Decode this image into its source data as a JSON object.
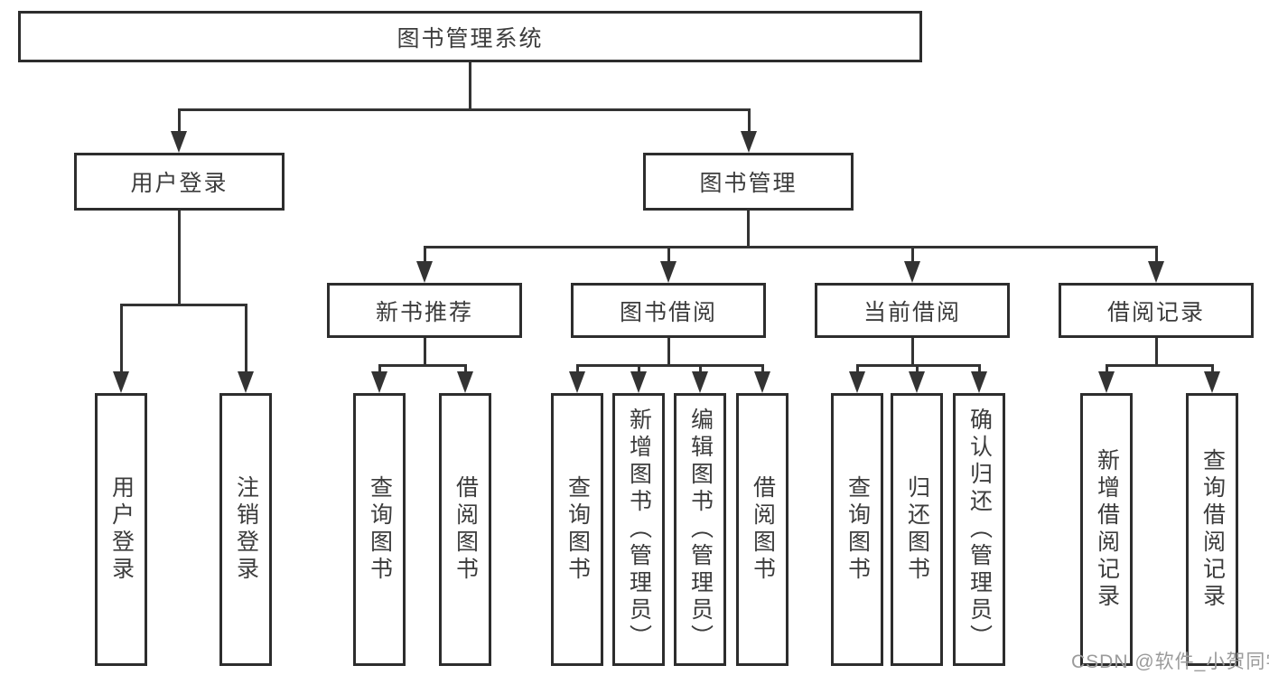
{
  "tree": {
    "label": "图书管理系统",
    "children": [
      {
        "label": "用户登录",
        "children": [
          {
            "label": "用户登录"
          },
          {
            "label": "注销登录"
          }
        ]
      },
      {
        "label": "图书管理",
        "children": [
          {
            "label": "新书推荐",
            "children": [
              {
                "label": "查询图书"
              },
              {
                "label": "借阅图书"
              }
            ]
          },
          {
            "label": "图书借阅",
            "children": [
              {
                "label": "查询图书"
              },
              {
                "label": "新增图书（管理员）"
              },
              {
                "label": "编辑图书（管理员）"
              },
              {
                "label": "借阅图书"
              }
            ]
          },
          {
            "label": "当前借阅",
            "children": [
              {
                "label": "查询图书"
              },
              {
                "label": "归还图书"
              },
              {
                "label": "确认归还（管理员）"
              }
            ]
          },
          {
            "label": "借阅记录",
            "children": [
              {
                "label": "新增借阅记录"
              },
              {
                "label": "查询借阅记录"
              }
            ]
          }
        ]
      }
    ]
  },
  "watermark": {
    "text": "CSDN @软件_小贺同学"
  },
  "colors": {
    "line": "#333333",
    "box_border": "#2d2d2d",
    "text": "#3c3c3c",
    "watermark_text": "#9b9b9b",
    "background": "#ffffff"
  }
}
